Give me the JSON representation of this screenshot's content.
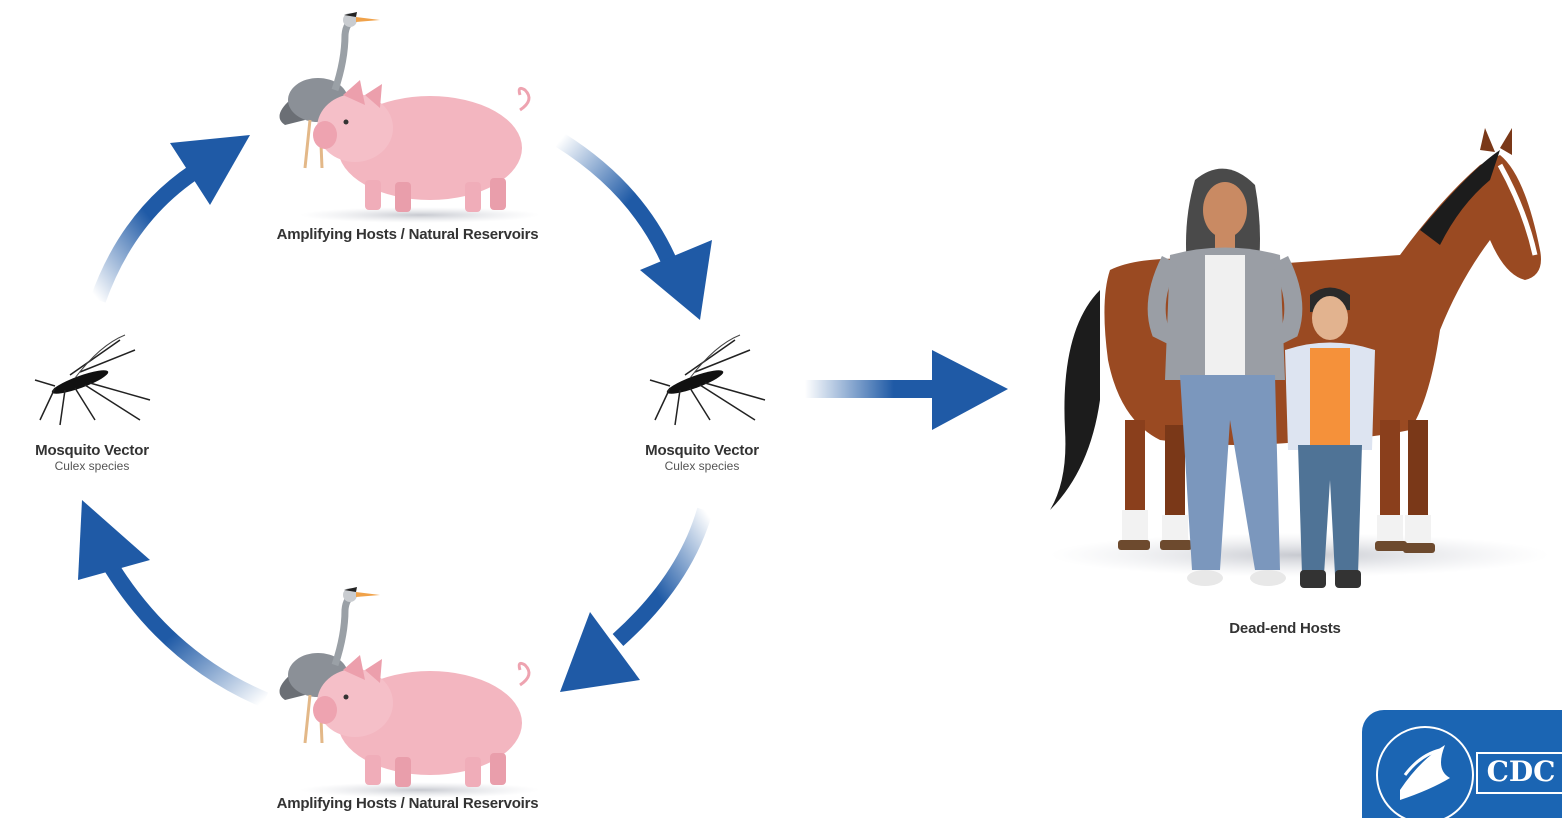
{
  "labels": {
    "top_hosts": "Amplifying Hosts / Natural Reservoirs",
    "bottom_hosts": "Amplifying Hosts / Natural Reservoirs",
    "left_vector": "Mosquito Vector",
    "left_vector_species": "Culex species",
    "right_vector": "Mosquito Vector",
    "right_vector_species": "Culex species",
    "dead_end": "Dead-end Hosts"
  },
  "logo": {
    "text": "CDC"
  },
  "colors": {
    "arrow": "#1f5aa6",
    "pig": "#f3b6c0",
    "horse": "#9a4a22",
    "logo_bg": "#1b65b3"
  }
}
